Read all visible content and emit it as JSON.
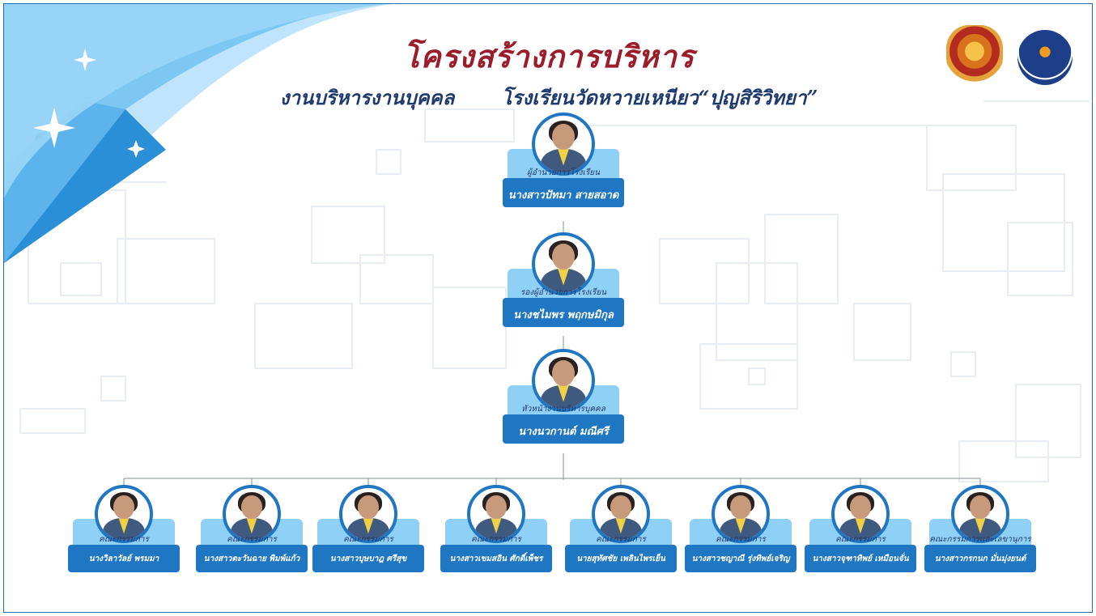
{
  "header": {
    "title": "โครงสร้างการบริหาร",
    "subtitle_left": "งานบริหารงานบุคคล",
    "subtitle_right": "โรงเรียนวัดหวายเหนียว“ปุญสิริวิทยา”"
  },
  "logos": {
    "left": "school-emblem",
    "right": "district-office-emblem"
  },
  "colors": {
    "title": "#9b1d2c",
    "subtitle": "#1e3a6e",
    "accent": "#1f76c2",
    "plate_light": "#8fd0f6"
  },
  "chain": [
    {
      "role": "ผู้อำนวยการโรงเรียน",
      "name": "นางสาวปัทมา สายสอาด"
    },
    {
      "role": "รองผู้อำนวยการโรงเรียน",
      "name": "นางชไมพร พฤกษมิกุล"
    },
    {
      "role": "หัวหน้างานบริหารบุคคล",
      "name": "นางนวกานต์ มณีศรี"
    }
  ],
  "committee": [
    {
      "role": "คณะกรรมการ",
      "name": "นางวิลาวัลย์ พรมมา"
    },
    {
      "role": "คณะกรรมการ",
      "name": "นางสาวตะวันฉาย พิมพ์แก้ว"
    },
    {
      "role": "คณะกรรมการ",
      "name": "นางสาวบุษบาฎ ศรีสุข"
    },
    {
      "role": "คณะกรรมการ",
      "name": "นางสาวเขมสอิน ศักดิ์เพ็ชร"
    },
    {
      "role": "คณะกรรมการ",
      "name": "นายสุทัศชัย เพลินไพรเย็น"
    },
    {
      "role": "คณะกรรมการ",
      "name": "นางสาวชญาณี รุ่งทิพย์เจริญ"
    },
    {
      "role": "คณะกรรมการ",
      "name": "นางสาวจุฑาทิพย์ เหมือนจั่น"
    },
    {
      "role": "คณะกรรมการและเลขานุการ",
      "name": "นางสาวกรกนก มั่นมุ่งยนต์"
    }
  ]
}
